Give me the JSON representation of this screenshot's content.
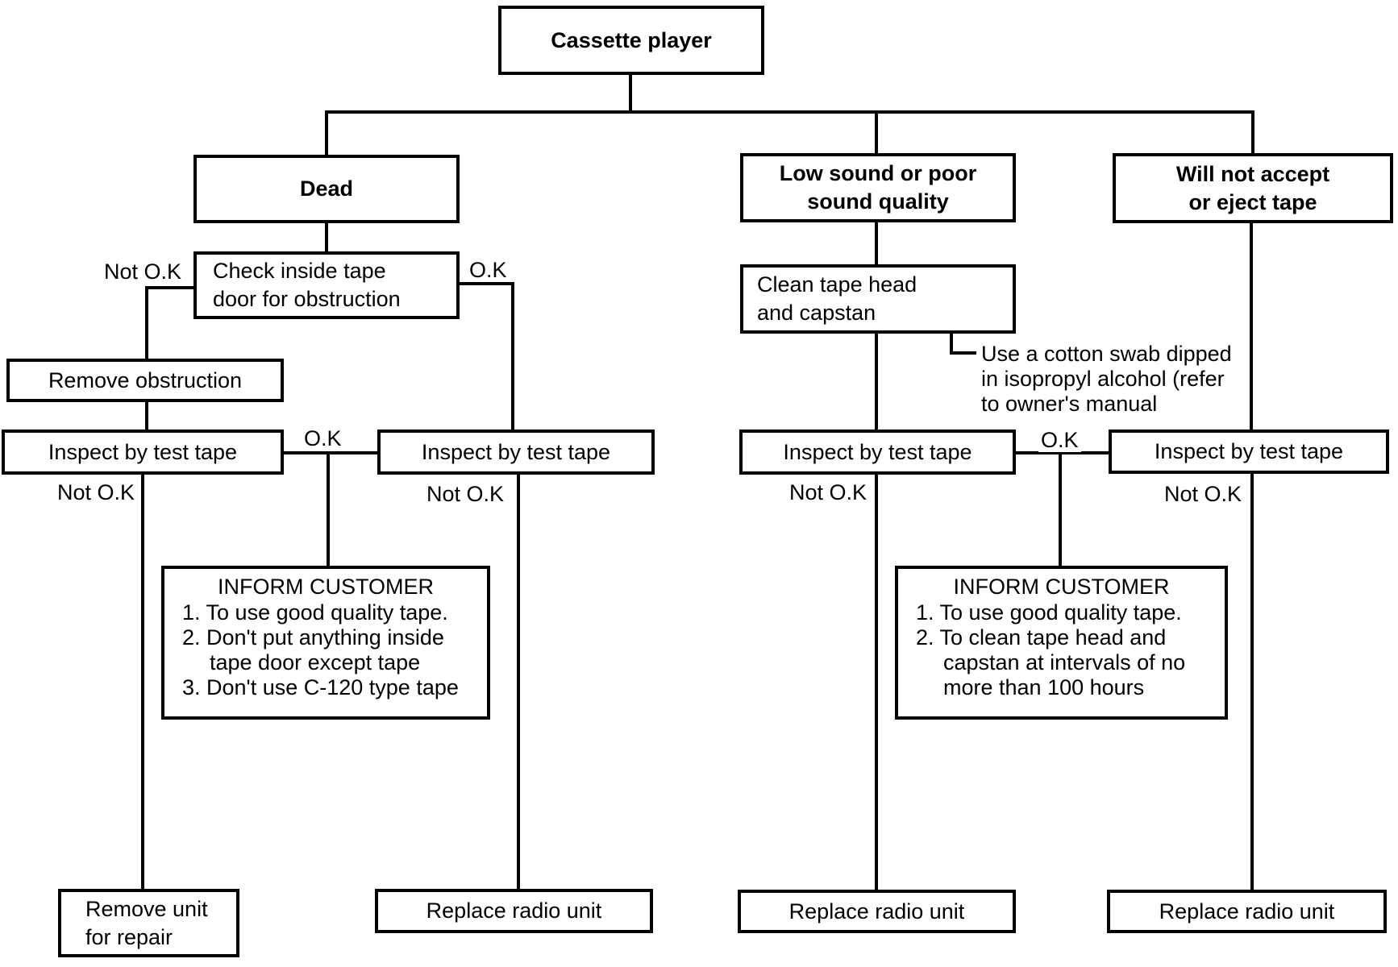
{
  "colors": {
    "line": "#000000",
    "background": "#ffffff",
    "text": "#000000"
  },
  "root": {
    "label": "Cassette player"
  },
  "symptoms": {
    "dead": "Dead",
    "low_sound": "Low sound or poor\nsound quality",
    "no_accept": "Will not accept\nor eject tape"
  },
  "steps": {
    "check_door": "Check inside tape\ndoor for obstruction",
    "remove_obstruction": "Remove obstruction",
    "inspect_tape_1": "Inspect by test tape",
    "inspect_tape_2": "Inspect by test tape",
    "clean_head": "Clean tape head\nand capstan",
    "inspect_tape_3": "Inspect by test tape",
    "inspect_tape_4": "Inspect by test tape"
  },
  "outcomes": {
    "remove_unit": "Remove unit\nfor repair",
    "replace_1": "Replace radio unit",
    "replace_2": "Replace radio unit",
    "replace_3": "Replace radio unit"
  },
  "inform_left": {
    "title": "INFORM CUSTOMER",
    "items": [
      "1. To use good quality tape.",
      "2. Don't put anything inside\ntape door except tape",
      "3. Don't use C-120 type tape"
    ]
  },
  "inform_right": {
    "title": "INFORM CUSTOMER",
    "items": [
      "1. To use good quality tape.",
      "2. To clean tape head and\ncapstan at intervals of no\nmore than 100 hours"
    ]
  },
  "edge_labels": {
    "check_not_ok": "Not O.K",
    "check_ok": "O.K",
    "inspect1_ok": "O.K",
    "inspect1_not_ok": "Not O.K",
    "inspect2_not_ok": "Not O.K",
    "inspect3_ok": "O.K",
    "inspect3_not_ok": "Not O.K",
    "inspect4_not_ok": "Not O.K"
  },
  "note": "Use a cotton swab dipped\nin isopropyl alcohol (refer\nto owner's manual"
}
